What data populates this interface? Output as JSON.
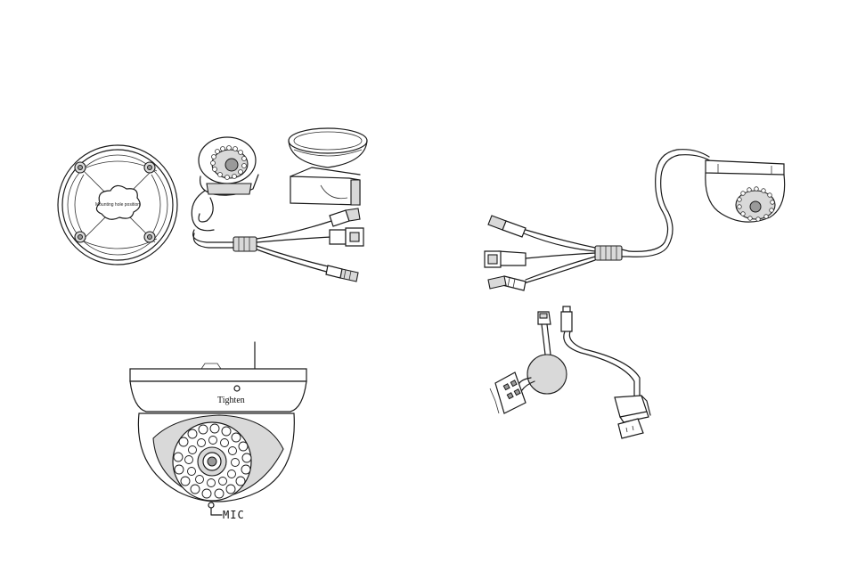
{
  "labels": {
    "mounting_hole": "Mounting hole position",
    "tighten": "Tighten",
    "mic": "MIC"
  },
  "figures": {
    "top_left": "mounting-base-and-dome-camera-parts",
    "top_right": "dome-camera-with-cable",
    "bottom_left": "dome-camera-front-view",
    "bottom_right": "poe-network-connection"
  },
  "colors": {
    "line": "#1a1a1a",
    "fill_gray": "#d9d9d9",
    "background": "#ffffff"
  }
}
